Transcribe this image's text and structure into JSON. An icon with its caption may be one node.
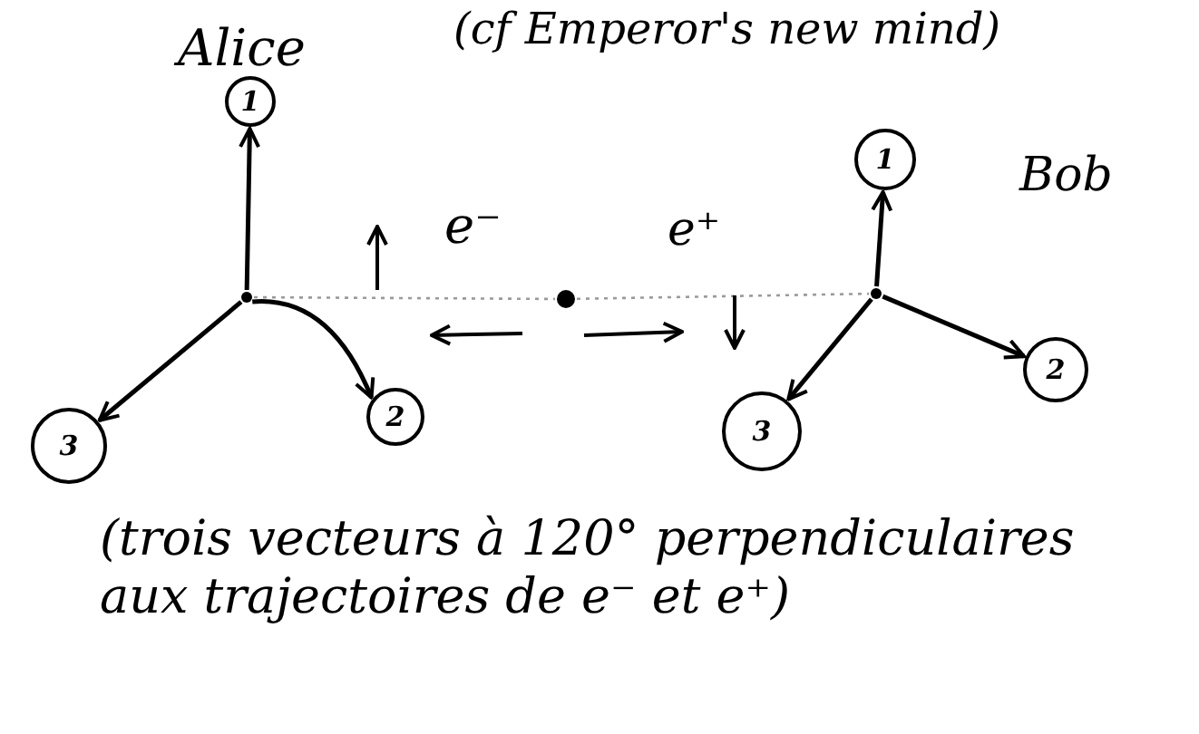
{
  "diagram": {
    "nodes": [
      {
        "text": [],
        "shape": "dot"
      },
      {
        "text": [
          "1"
        ]
      },
      {
        "text": [
          "2"
        ]
      },
      {
        "text": [
          "3"
        ]
      },
      {
        "text": [],
        "shape": "dot"
      },
      {
        "text": [],
        "shape": "dot"
      },
      {
        "text": [
          "1"
        ]
      },
      {
        "text": [
          "2"
        ]
      },
      {
        "text": [
          "3"
        ]
      }
    ],
    "edges": [
      {
        "from": 0,
        "to": 1,
        "arrow": "to"
      },
      {
        "from": 0,
        "to": 3,
        "arrow": "to"
      },
      {
        "from": 0,
        "to": 2,
        "arrow": "to"
      },
      {
        "from": 0,
        "to": 4,
        "arrow": "none",
        "style": "dashed",
        "color": "#9a9a9a"
      },
      {
        "from": 4,
        "to": 5,
        "arrow": "none",
        "style": "dashed",
        "color": "#9a9a9a"
      },
      {
        "from": 5,
        "to": 6,
        "arrow": "to"
      },
      {
        "from": 5,
        "to": 7,
        "arrow": "to"
      },
      {
        "from": 5,
        "to": 8,
        "arrow": "to"
      }
    ],
    "labels": [
      "(cf Emperor's new mind)",
      "Alice",
      "Bob",
      "e⁻",
      "e⁺",
      "(trois vecteurs à 120° perpendiculaires aux trajectoires de e⁻ et e⁺)"
    ]
  }
}
